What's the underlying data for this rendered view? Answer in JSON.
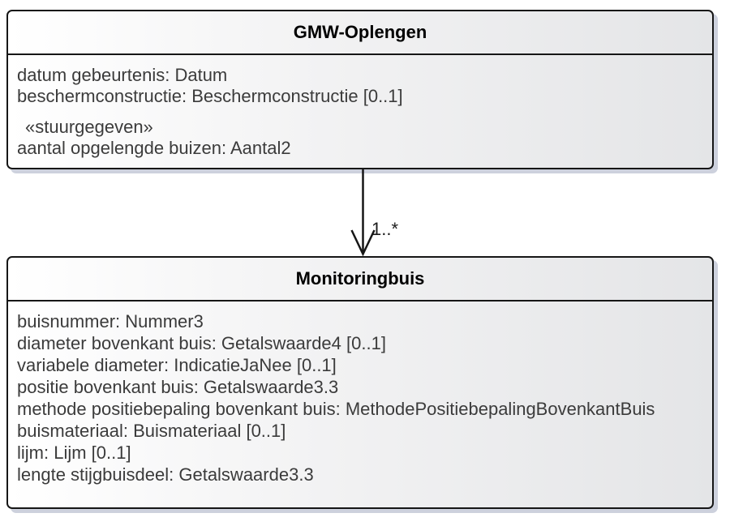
{
  "diagram": {
    "type": "uml-class-diagram",
    "colors": {
      "background": "#ffffff",
      "box_border": "#161616",
      "box_fill_left": "#ffffff",
      "box_fill_right": "#e4e5e7",
      "box_shadow": "#cdd1dd",
      "title_text": "#000000",
      "attribute_text": "#3b3b3b"
    },
    "classes": [
      {
        "name": "GMW-Oplengen",
        "attributes": [
          "datum gebeurtenis: Datum",
          "beschermconstructie: Beschermconstructie [0..1]"
        ],
        "stereotype": "«stuurgegeven»",
        "stereotype_attributes": [
          "aantal opgelengde buizen: Aantal2"
        ]
      },
      {
        "name": "Monitoringbuis",
        "attributes": [
          "buisnummer: Nummer3",
          "diameter bovenkant buis: Getalswaarde4 [0..1]",
          "variabele diameter: IndicatieJaNee [0..1]",
          "positie bovenkant buis: Getalswaarde3.3",
          "methode positiebepaling bovenkant buis: MethodePositiebepalingBovenkantBuis",
          "buismateriaal: Buismateriaal [0..1]",
          "lijm: Lijm [0..1]",
          "lengte stijgbuisdeel: Getalswaarde3.3"
        ]
      }
    ],
    "association": {
      "source": "GMW-Oplengen",
      "target": "Monitoringbuis",
      "multiplicity": "1..*"
    }
  }
}
